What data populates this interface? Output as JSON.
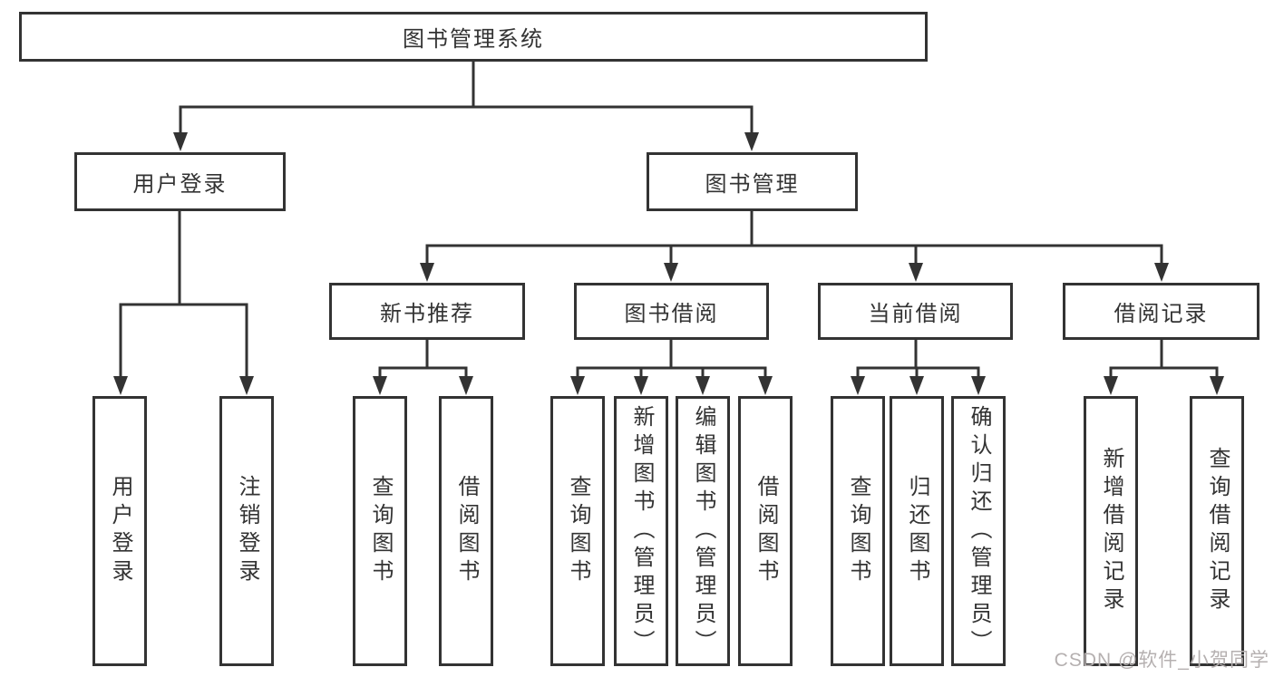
{
  "diagram": {
    "root": {
      "label": "图书管理系统",
      "children": [
        {
          "label": "用户登录",
          "children": [
            {
              "label": "用户登录"
            },
            {
              "label": "注销登录"
            }
          ]
        },
        {
          "label": "图书管理",
          "children": [
            {
              "label": "新书推荐",
              "children": [
                {
                  "label": "查询图书"
                },
                {
                  "label": "借阅图书"
                }
              ]
            },
            {
              "label": "图书借阅",
              "children": [
                {
                  "label": "查询图书"
                },
                {
                  "label": "新增图书（管理员）"
                },
                {
                  "label": "编辑图书（管理员）"
                },
                {
                  "label": "借阅图书"
                }
              ]
            },
            {
              "label": "当前借阅",
              "children": [
                {
                  "label": "查询图书"
                },
                {
                  "label": "归还图书"
                },
                {
                  "label": "确认归还（管理员）"
                }
              ]
            },
            {
              "label": "借阅记录",
              "children": [
                {
                  "label": "新增借阅记录"
                },
                {
                  "label": "查询借阅记录"
                }
              ]
            }
          ]
        }
      ]
    }
  },
  "watermark": {
    "text": "CSDN @软件_小贺同学"
  },
  "colors": {
    "line": "#333333",
    "box_border": "#333333",
    "text": "#333333",
    "background": "#ffffff",
    "watermark": "#b5b0b0"
  }
}
